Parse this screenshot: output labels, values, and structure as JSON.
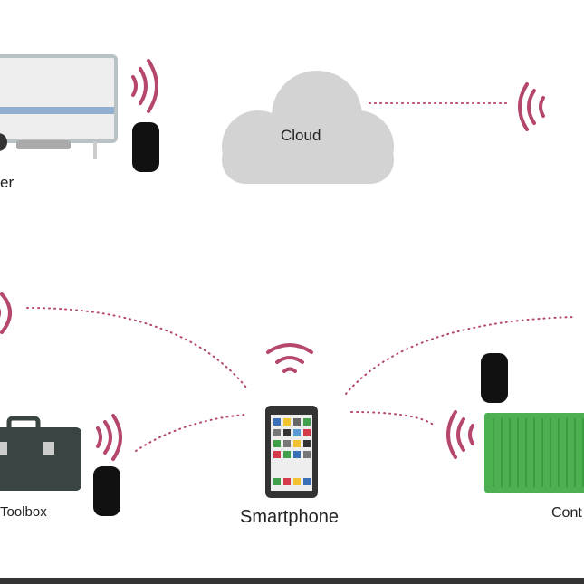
{
  "labels": {
    "trailer": "er",
    "cloud": "Cloud",
    "toolbox": "Toolbox",
    "smartphone": "Smartphone",
    "container": "Cont"
  },
  "colors": {
    "signal": "#b5466c",
    "cloud": "#d3d3d3",
    "container": "#4caf50",
    "toolbox": "#3a4442",
    "tag": "#111111"
  }
}
